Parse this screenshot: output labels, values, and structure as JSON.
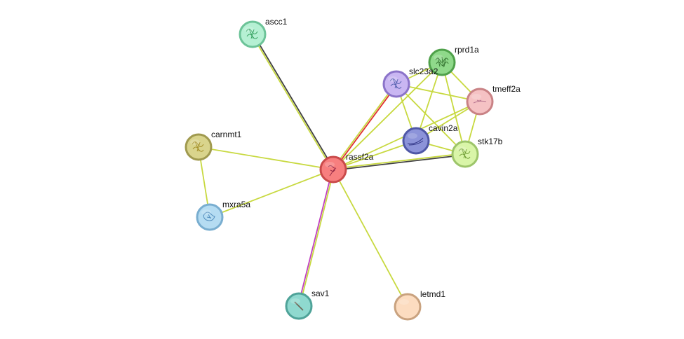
{
  "network": {
    "nodes": [
      {
        "id": "rassf2a",
        "label": "rassf2a",
        "fill": "#f77f7f",
        "stroke": "#c94a4a",
        "art": "#8a2040",
        "art_kind": "squiggle"
      },
      {
        "id": "ascc1",
        "label": "ascc1",
        "fill": "#b5f0d3",
        "stroke": "#6cc398",
        "art": "#2a9a55",
        "art_kind": "ribbon"
      },
      {
        "id": "rprd1a",
        "label": "rprd1a",
        "fill": "#8fd98a",
        "stroke": "#4fa14a",
        "art": "#2e6b2a",
        "art_kind": "dense"
      },
      {
        "id": "slc23a2",
        "label": "slc23a2",
        "fill": "#c9b6f2",
        "stroke": "#8b73c9",
        "art": "#4a5aa8",
        "art_kind": "ribbon"
      },
      {
        "id": "tmeff2a",
        "label": "tmeff2a",
        "fill": "#f5c2c4",
        "stroke": "#c98285",
        "art": "#b06b8a",
        "art_kind": "line"
      },
      {
        "id": "cavin2a",
        "label": "cavin2a",
        "fill": "#8c93d9",
        "stroke": "#4f57a6",
        "art": "#2a2f80",
        "art_kind": "curve"
      },
      {
        "id": "stk17b",
        "label": "stk17b",
        "fill": "#d9f5a8",
        "stroke": "#9dc56a",
        "art": "#6a9a30",
        "art_kind": "ribbon"
      },
      {
        "id": "carnmt1",
        "label": "carnmt1",
        "fill": "#d9d48c",
        "stroke": "#a09a4f",
        "art": "#a08a20",
        "art_kind": "ribbon"
      },
      {
        "id": "mxra5a",
        "label": "mxra5a",
        "fill": "#b5dcf2",
        "stroke": "#79aed0",
        "art": "#4a86b8",
        "art_kind": "blob"
      },
      {
        "id": "sav1",
        "label": "sav1",
        "fill": "#8fd9cf",
        "stroke": "#4fa399",
        "art": "#6b5a4a",
        "art_kind": "stick"
      },
      {
        "id": "letmd1",
        "label": "letmd1",
        "fill": "#fcdcc0",
        "stroke": "#c9a27f",
        "art": "",
        "art_kind": "none"
      }
    ],
    "edges": [
      {
        "source": "rassf2a",
        "target": "ascc1",
        "colors": [
          "#c8d940",
          "#404040"
        ]
      },
      {
        "source": "rassf2a",
        "target": "slc23a2",
        "colors": [
          "#c8d940",
          "#e03030"
        ]
      },
      {
        "source": "rassf2a",
        "target": "rprd1a",
        "colors": [
          "#c8d940"
        ]
      },
      {
        "source": "rassf2a",
        "target": "tmeff2a",
        "colors": [
          "#c8d940"
        ]
      },
      {
        "source": "rassf2a",
        "target": "cavin2a",
        "colors": [
          "#c8d940"
        ]
      },
      {
        "source": "rassf2a",
        "target": "stk17b",
        "colors": [
          "#c8d940",
          "#404040"
        ]
      },
      {
        "source": "rassf2a",
        "target": "carnmt1",
        "colors": [
          "#c8d940"
        ]
      },
      {
        "source": "rassf2a",
        "target": "mxra5a",
        "colors": [
          "#c8d940"
        ]
      },
      {
        "source": "rassf2a",
        "target": "sav1",
        "colors": [
          "#c8d940",
          "#c040c0"
        ]
      },
      {
        "source": "rassf2a",
        "target": "letmd1",
        "colors": [
          "#c8d940"
        ]
      },
      {
        "source": "carnmt1",
        "target": "mxra5a",
        "colors": [
          "#c8d940"
        ]
      },
      {
        "source": "slc23a2",
        "target": "rprd1a",
        "colors": [
          "#c8d940"
        ]
      },
      {
        "source": "slc23a2",
        "target": "tmeff2a",
        "colors": [
          "#c8d940"
        ]
      },
      {
        "source": "slc23a2",
        "target": "cavin2a",
        "colors": [
          "#c8d940"
        ]
      },
      {
        "source": "slc23a2",
        "target": "stk17b",
        "colors": [
          "#c8d940"
        ]
      },
      {
        "source": "rprd1a",
        "target": "tmeff2a",
        "colors": [
          "#c8d940"
        ]
      },
      {
        "source": "rprd1a",
        "target": "cavin2a",
        "colors": [
          "#c8d940"
        ]
      },
      {
        "source": "rprd1a",
        "target": "stk17b",
        "colors": [
          "#c8d940"
        ]
      },
      {
        "source": "tmeff2a",
        "target": "cavin2a",
        "colors": [
          "#c8d940"
        ]
      },
      {
        "source": "tmeff2a",
        "target": "stk17b",
        "colors": [
          "#c8d940"
        ]
      },
      {
        "source": "cavin2a",
        "target": "stk17b",
        "colors": [
          "#c8d940"
        ]
      }
    ]
  }
}
